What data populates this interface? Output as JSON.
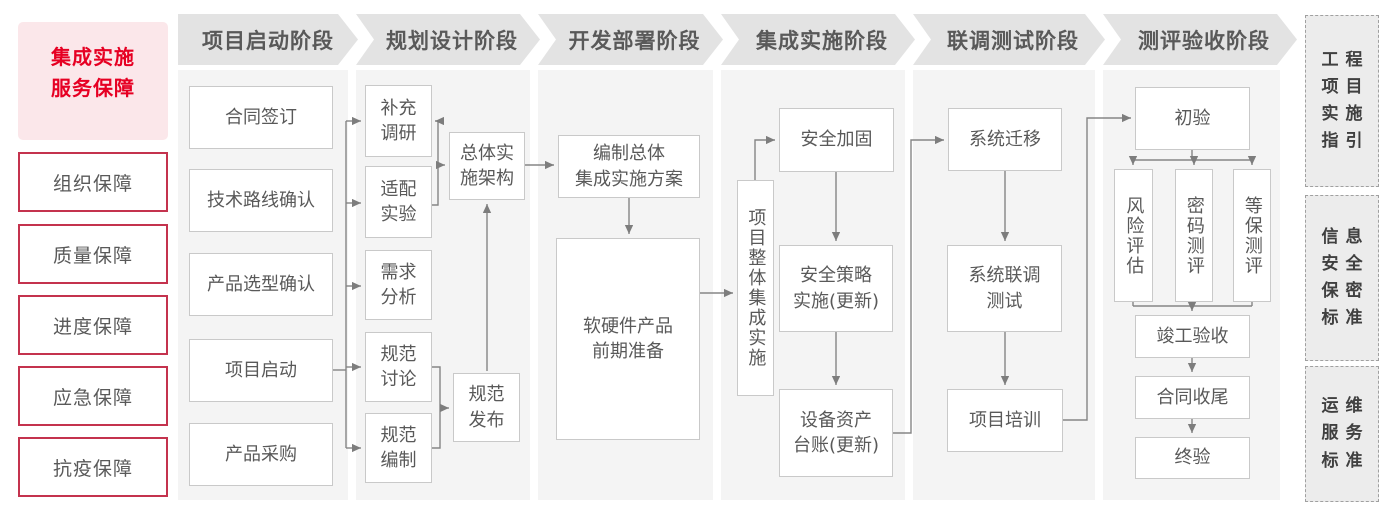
{
  "colors": {
    "accent_red": "#e60023",
    "accent_pink_bg": "#fbe7ea",
    "side_box_border": "#c4334e",
    "stage_header_bg": "#e3e3e3",
    "panel_bg": "#f4f4f4",
    "flow_box_border": "#c9c9c9",
    "text_gray": "#595959",
    "connector_gray": "#858585",
    "right_panel_bg": "#ececec"
  },
  "sidebar": {
    "title": "集成实施\n服务保障",
    "items": [
      {
        "label": "组织保障"
      },
      {
        "label": "质量保障"
      },
      {
        "label": "进度保障"
      },
      {
        "label": "应急保障"
      },
      {
        "label": "抗疫保障"
      }
    ]
  },
  "stages": [
    {
      "label": "项目启动阶段"
    },
    {
      "label": "规划设计阶段"
    },
    {
      "label": "开发部署阶段"
    },
    {
      "label": "集成实施阶段"
    },
    {
      "label": "联调测试阶段"
    },
    {
      "label": "测评验收阶段"
    }
  ],
  "flow": {
    "stage1": {
      "contract_signing": "合同签订",
      "tech_route_confirm": "技术路线确认",
      "product_selection_confirm": "产品选型确认",
      "project_kickoff": "项目启动",
      "product_procurement": "产品采购"
    },
    "stage2": {
      "supplementary_research": "补充\n调研",
      "adaptation_experiment": "适配\n实验",
      "requirement_analysis": "需求\n分析",
      "spec_discussion": "规范\n讨论",
      "spec_compilation": "规范\n编制",
      "overall_impl_architecture": "总体实\n施架构",
      "spec_release": "规范\n发布"
    },
    "stage3": {
      "compile_overall_plan": "编制总体\n集成实施方案",
      "hw_sw_preparation": "软硬件产品\n前期准备"
    },
    "stage4": {
      "overall_integration_impl": "项目整体集成实施",
      "security_hardening": "安全加固",
      "security_policy_impl": "安全策略\n实施(更新)",
      "asset_ledger_update": "设备资产\n台账(更新)"
    },
    "stage5": {
      "system_migration": "系统迁移",
      "system_joint_testing": "系统联调\n测试",
      "project_training": "项目培训"
    },
    "stage6": {
      "initial_acceptance": "初验",
      "risk_assessment": "风险评估",
      "crypto_evaluation": "密码测评",
      "mlps_evaluation": "等保测评",
      "completion_acceptance": "竣工验收",
      "contract_closure": "合同收尾",
      "final_acceptance": "终验"
    }
  },
  "right_panel": {
    "items": [
      {
        "label": "工程\n项目\n实施\n指引"
      },
      {
        "label": "信息\n安全\n保密\n标准"
      },
      {
        "label": "运维\n服务\n标准"
      }
    ]
  }
}
